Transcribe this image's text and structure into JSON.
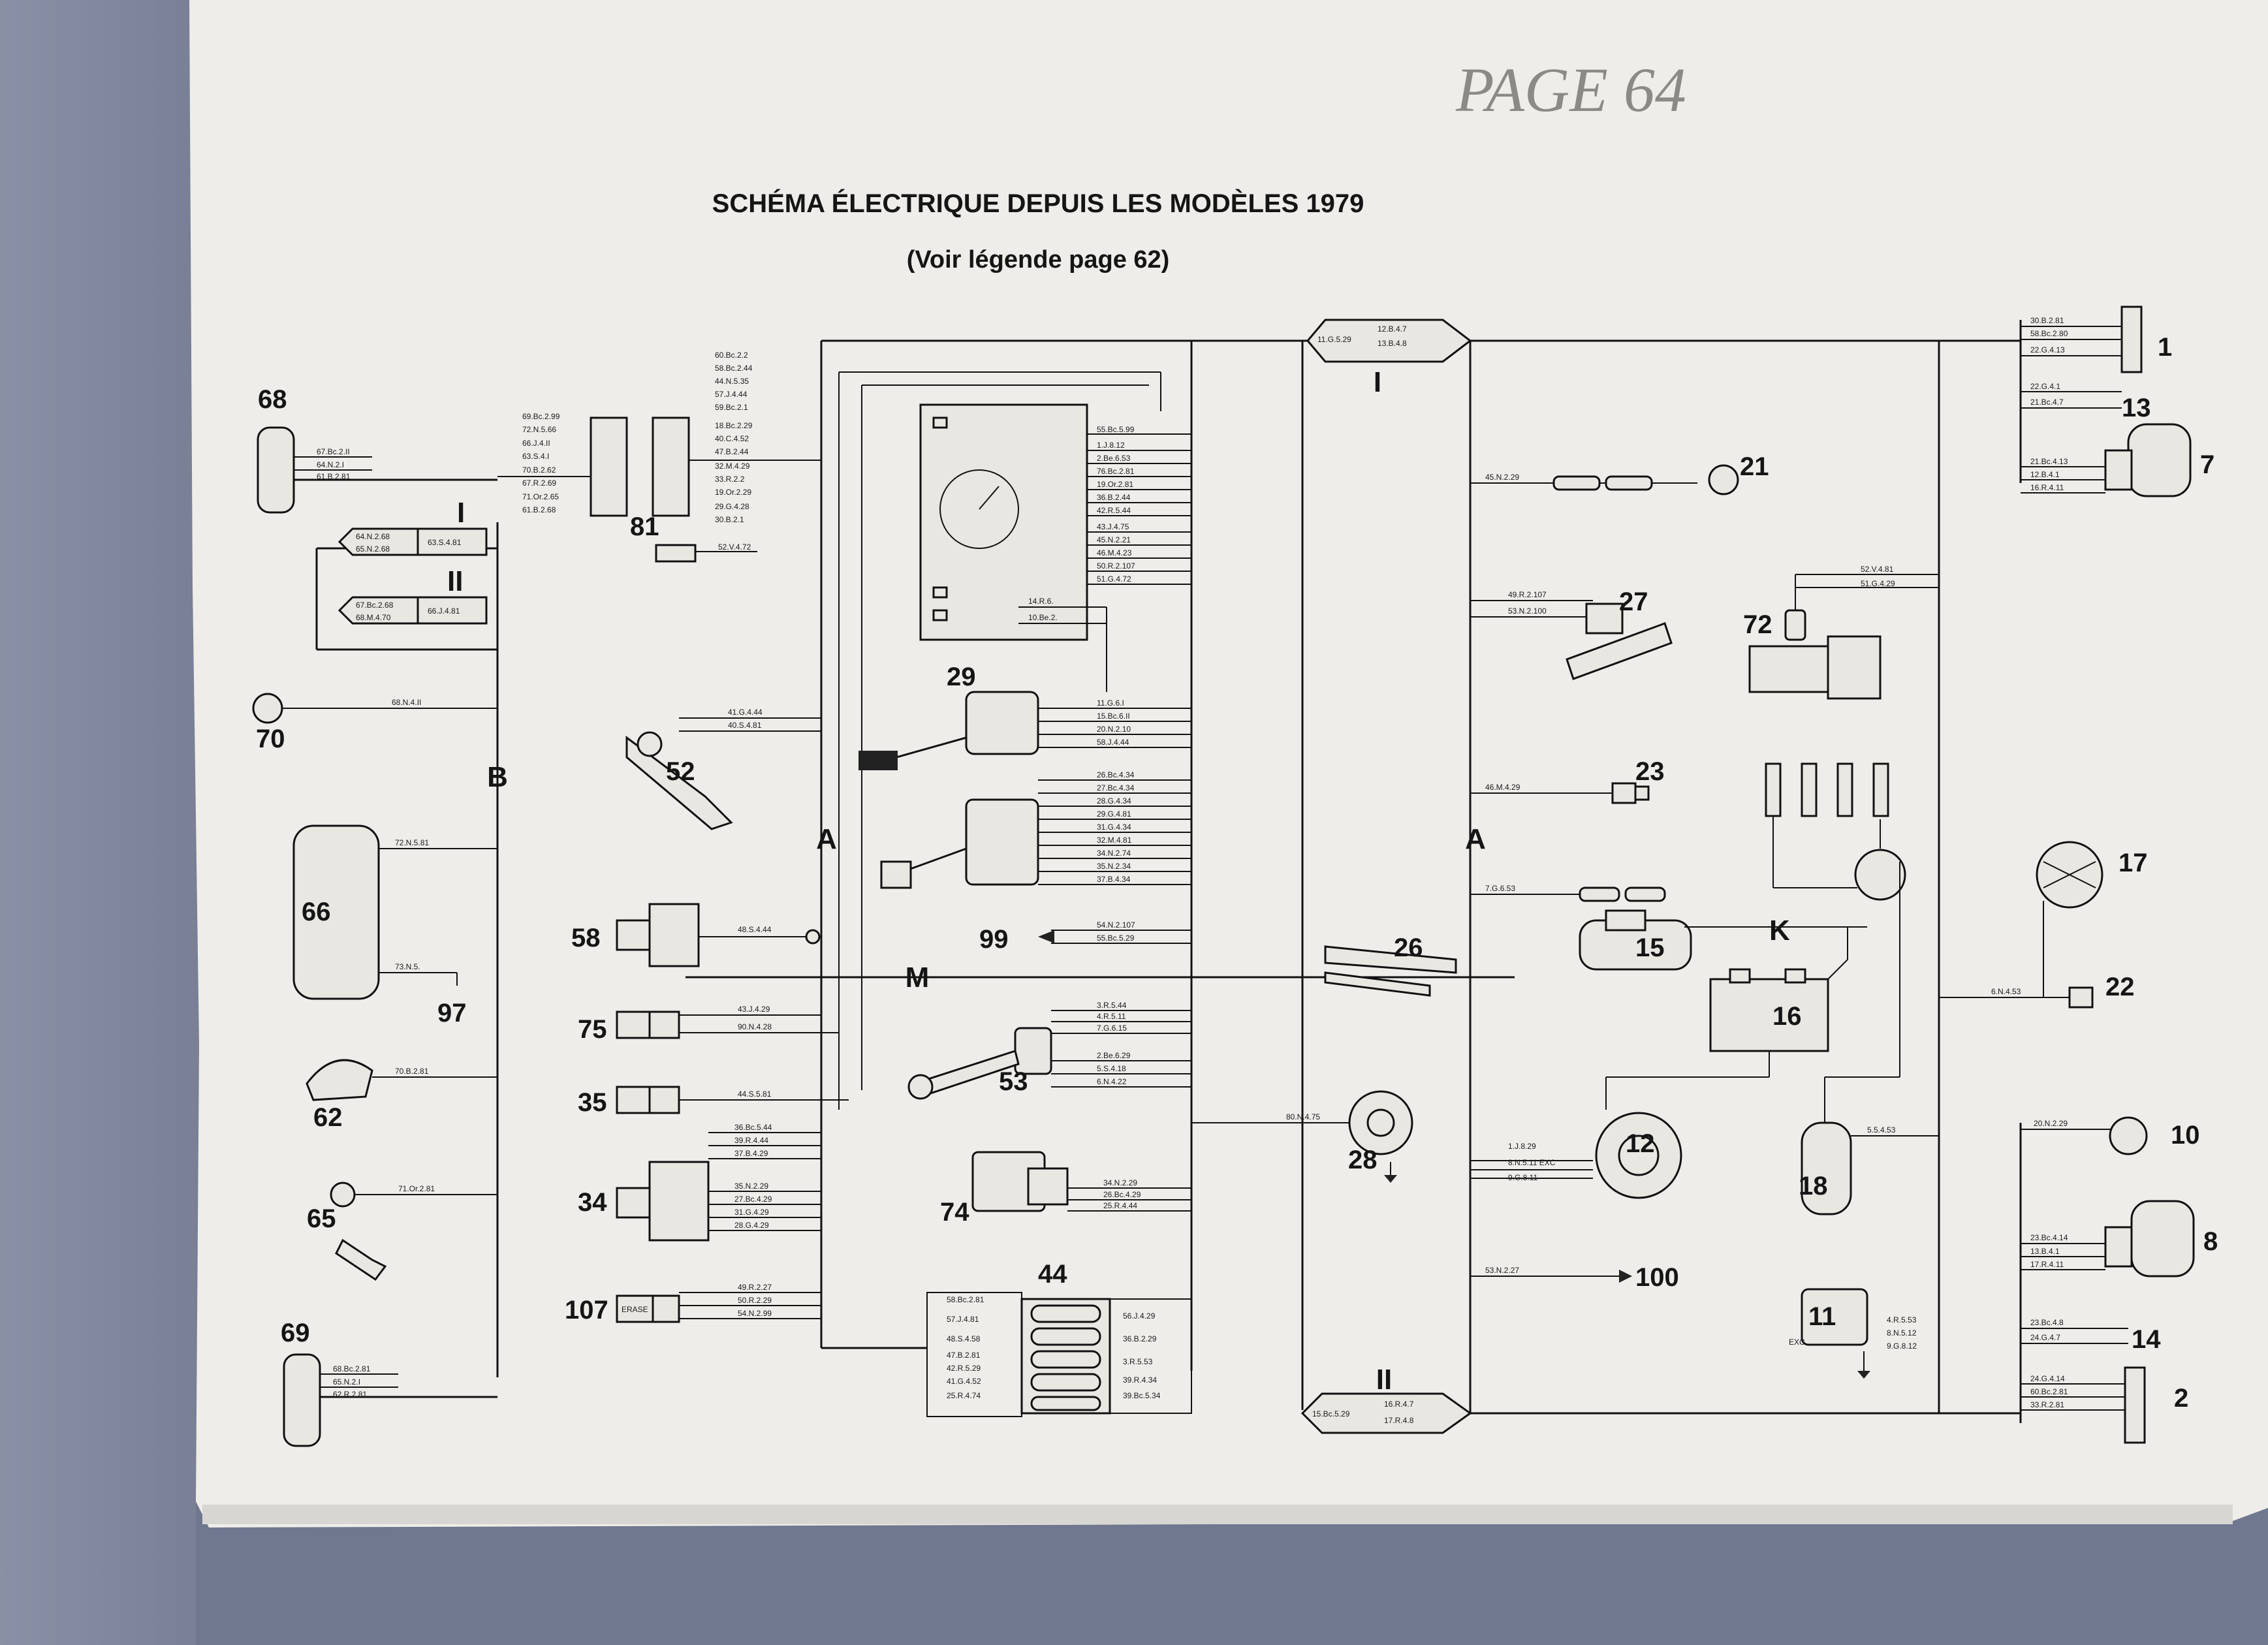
{
  "page_note": "PAGE 64",
  "title": "SCHÉMA ÉLECTRIQUE DEPUIS LES MODÈLES 1979",
  "subtitle": "(Voir légende page 62)",
  "bus_labels": {
    "A_left": "A",
    "A_right": "A",
    "B": "B",
    "M": "M",
    "K": "K",
    "I_top": "I",
    "II_bottom": "II",
    "I_left": "I",
    "II_left": "II"
  },
  "components": {
    "c1": "1",
    "c2": "2",
    "c7": "7",
    "c8": "8",
    "c10": "10",
    "c11": "11",
    "c12": "12",
    "c13": "13",
    "c14": "14",
    "c15": "15",
    "c16": "16",
    "c17": "17",
    "c18": "18",
    "c21": "21",
    "c22": "22",
    "c23": "23",
    "c26": "26",
    "c27": "27",
    "c28": "28",
    "c29": "29",
    "c34": "34",
    "c35": "35",
    "c44": "44",
    "c52": "52",
    "c53": "53",
    "c58": "58",
    "c62": "62",
    "c65": "65",
    "c66": "66",
    "c68": "68",
    "c69": "69",
    "c70": "70",
    "c72": "72",
    "c74": "74",
    "c75": "75",
    "c81": "81",
    "c97": "97",
    "c99": "99",
    "c100": "100",
    "c107": "107"
  },
  "wire_codes": {
    "top_connector": [
      "12.B.4.7",
      "13.B.4.8"
    ],
    "top_connector_left": "11.G.5.29",
    "bottom_connector": [
      "16.R.4.7",
      "17.R.4.8"
    ],
    "bottom_connector_left": "15.Bc.5.29",
    "c1": [
      "30.B.2.81",
      "58.Bc.2.80",
      "22.G.4.13"
    ],
    "c13": [
      "22.G.4.1",
      "21.Bc.4.7"
    ],
    "c7": [
      "21.Bc.4.13",
      "12.B.4.1",
      "16.R.4.11"
    ],
    "c72": [
      "52.V.4.81",
      "51.G.4.29"
    ],
    "c10": "20.N.2.29",
    "c8": [
      "23.Bc.4.14",
      "13.B.4.1",
      "17.R.4.11"
    ],
    "c14": [
      "23.Bc.4.8",
      "24.G.4.7"
    ],
    "c2": [
      "24.G.4.14",
      "60.Bc.2.81",
      "33.R.2.81"
    ],
    "c22": "6.N.4.53",
    "c21": "45.N.2.29",
    "c27": [
      "49.R.2.107",
      "53.N.2.100"
    ],
    "c23": "46.M.4.29",
    "c15": "7.G.6.53",
    "c28": "80.N.4.75",
    "c12": [
      "1.J.8.29",
      "8.N.5.11 EXC",
      "9.G.8.11"
    ],
    "c18": "5.5.4.53",
    "c100": "53.N.2.27",
    "c11": [
      "4.R.5.53",
      "8.N.5.12",
      "9.G.8.12"
    ],
    "c11_exc": "EXC",
    "c68": [
      "67.Bc.2.II",
      "64.N.2.I",
      "61.B.2.81"
    ],
    "loop_I": [
      "64.N.2.68",
      "65.N.2.68"
    ],
    "loop_I_right": "63.S.4.81",
    "loop_II": [
      "67.Bc.2.68",
      "68.M.4.70"
    ],
    "loop_II_right": "66.J.4.81",
    "c70": "68.N.4.II",
    "c66": [
      "72.N.5.81",
      "73.N.5."
    ],
    "c62": "70.B.2.81",
    "c65": "71.Or.2.81",
    "c69": [
      "68.Bc.2.81",
      "65.N.2.I",
      "62.R.2.81"
    ],
    "c81_left": [
      "69.Bc.2.99",
      "72.N.5.66",
      "66.J.4.II",
      "63.S.4.I",
      "70.B.2.62",
      "67.R.2.69",
      "71.Or.2.65",
      "61.B.2.68"
    ],
    "c81_right": [
      "60.Bc.2.2",
      "58.Bc.2.44",
      "44.N.5.35",
      "57.J.4.44",
      "59.Bc.2.1",
      "18.Bc.2.29",
      "40.C.4.52",
      "47.B.2.44",
      "32.M.4.29",
      "33.R.2.2",
      "19.Or.2.29",
      "29.G.4.28",
      "30.B.2.1"
    ],
    "c81_bottom": "52.V.4.72",
    "c29_right": [
      "55.Bc.5.99",
      "1.J.8.12",
      "2.Be.6.53",
      "76.Bc.2.81",
      "19.Or.2.81",
      "36.B.2.44",
      "42.R.5.44",
      "43.J.4.75",
      "45.N.2.21",
      "46.M.4.23",
      "50.R.2.107",
      "51.G.4.72"
    ],
    "c29_mid": [
      "14.R.6.",
      "10.Be.2."
    ],
    "c52": [
      "41.G.4.44",
      "40.S.4.81"
    ],
    "stalk1": [
      "11.G.6.I",
      "15.Bc.6.II",
      "20.N.2.10",
      "58.J.4.44"
    ],
    "stalk2": [
      "26.Bc.4.34",
      "27.Bc.4.34",
      "28.G.4.34",
      "29.G.4.81",
      "31.G.4.34",
      "32.M.4.81",
      "34.N.2.74",
      "35.N.2.34",
      "37.B.4.34"
    ],
    "c58": "48.S.4.44",
    "c99": [
      "54.N.2.107",
      "55.Bc.5.29"
    ],
    "c75": [
      "43.J.4.29",
      "90.N.4.28"
    ],
    "c35": "44.S.5.81",
    "c53": [
      "3.R.5.44",
      "4.R.5.11",
      "7.G.6.15",
      "2.Be.6.29",
      "5.S.4.18",
      "6.N.4.22"
    ],
    "c34": [
      "36.Bc.5.44",
      "39.R.4.44",
      "37.B.4.29",
      "35.N.2.29",
      "27.Bc.4.29",
      "31.G.4.29",
      "28.G.4.29"
    ],
    "c74": [
      "34.N.2.29",
      "26.Bc.4.29",
      "25.R.4.44"
    ],
    "c107": [
      "49.R.2.27",
      "50.R.2.29",
      "54.N.2.99"
    ],
    "c107_label": "ERASE",
    "c44_left": [
      "58.Bc.2.81",
      "57.J.4.81",
      "48.S.4.58",
      "47.B.2.81",
      "42.R.5.29",
      "41.G.4.52",
      "25.R.4.74"
    ],
    "c44_right": [
      "56.J.4.29",
      "36.B.2.29",
      "3.R.5.53",
      "39.R.4.34",
      "39.Bc.5.34"
    ]
  },
  "colors": {
    "paper": "#efede9",
    "ink": "#151515",
    "outside": "#6d7692",
    "pencil": "#8c8a86"
  }
}
